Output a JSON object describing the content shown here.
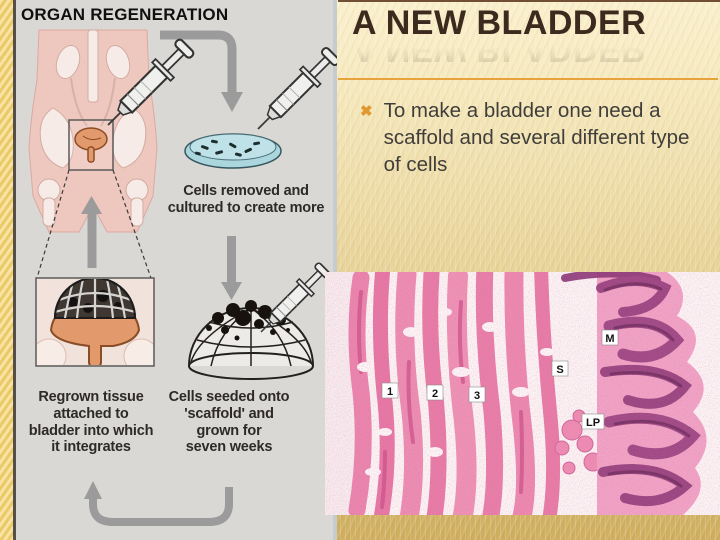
{
  "slide": {
    "title": "A NEW BLADDER",
    "bullet_marker": "✖",
    "bullet_text": "To make a bladder one need a scaffold and several different type of cells"
  },
  "diagram": {
    "title": "ORGAN REGENERATION",
    "caption_cultured": "Cells removed and\ncultured to create more",
    "caption_regrown": "Regrown tissue\nattached to\nbladder into which\nit integrates",
    "caption_seeded": "Cells seeded onto\n'scaffold' and\ngrown for\nseven weeks"
  },
  "histology": {
    "labels": {
      "n1": "1",
      "n2": "2",
      "n3": "3",
      "s": "S",
      "m": "M",
      "lp": "LP"
    }
  },
  "colors": {
    "accent_orange": "#E8A33D",
    "title_brown": "#3B2A1D",
    "slide_bg_top": "#FAF0CC",
    "slide_bg_bottom": "#CFAE5E",
    "diagram_bg": "#D9D8D5",
    "histology_pink": "#EA85AC",
    "histology_purple": "#93407C",
    "petri_blue": "#ABD6DE",
    "bladder_orange": "#E29A6C",
    "arrow_gray": "#9B9B9B"
  }
}
